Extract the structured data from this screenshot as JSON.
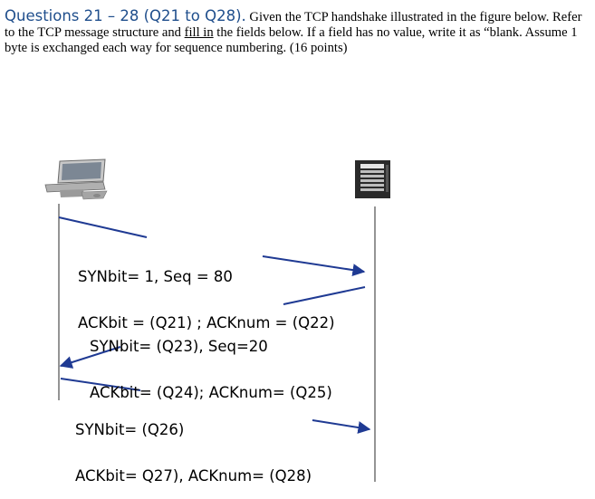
{
  "question": {
    "heading": "Questions 21 – 28 (Q21 to Q28).",
    "text_a": " Given the TCP handshake illustrated in the figure below.  Refer to the TCP message structure and ",
    "text_underlined": "fill  in",
    "text_b": " the fields below.  If a field has no value, write it as “blank. Assume 1 byte is exchanged each way for sequence numbering. (16 points)"
  },
  "messages": {
    "m1": {
      "line1": "SYNbit= 1, Seq = 80",
      "line2": "ACKbit = (Q21) ; ACKnum = (Q22)"
    },
    "m2": {
      "line1": "SYNbit= (Q23), Seq=20",
      "line2": "ACKbit= (Q24); ACKnum= (Q25)"
    },
    "m3": {
      "line1": "SYNbit= (Q26)",
      "line2": "ACKbit= Q27), ACKnum= (Q28)"
    }
  },
  "icons": {
    "client": "desktop-computer-icon",
    "server": "server-tower-icon"
  },
  "colors": {
    "heading": "#1f4e8c",
    "arrow": "#1f3a93",
    "timeline": "#5a5a5a"
  }
}
